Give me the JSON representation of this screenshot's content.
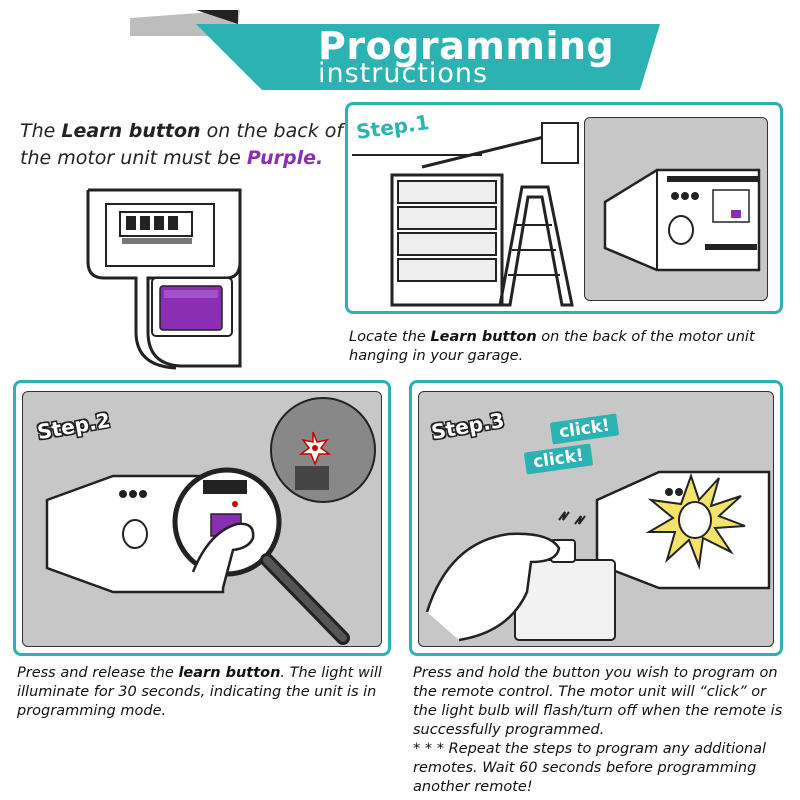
{
  "header": {
    "title": "Programming",
    "subtitle": "instructions",
    "accent_color": "#2cb2b2"
  },
  "intro": {
    "pre": "The ",
    "bold": "Learn button",
    "mid": " on the back of the motor unit must be ",
    "color_word": "Purple.",
    "button_color": "#8a2fb4"
  },
  "step1": {
    "tag": "Step.1",
    "caption_pre": "Locate the ",
    "caption_bold": "Learn button",
    "caption_post": " on the back of the motor unit hanging in your garage."
  },
  "step2": {
    "tag": "Step.2",
    "caption_pre": "Press and release the ",
    "caption_bold": "learn button",
    "caption_post": ". The light will illuminate for 30 seconds, indicating the unit is in programming mode."
  },
  "step3": {
    "tag": "Step.3",
    "click_labels": [
      "click!",
      "click!"
    ],
    "caption_main": "Press and hold the button you wish to program on the remote control. The motor unit will “click” or the light bulb will flash/turn off when the remote is successfully programmed.",
    "caption_note": "* * * Repeat the steps to program any additional remotes. Wait 60 seconds before programming another remote!"
  }
}
